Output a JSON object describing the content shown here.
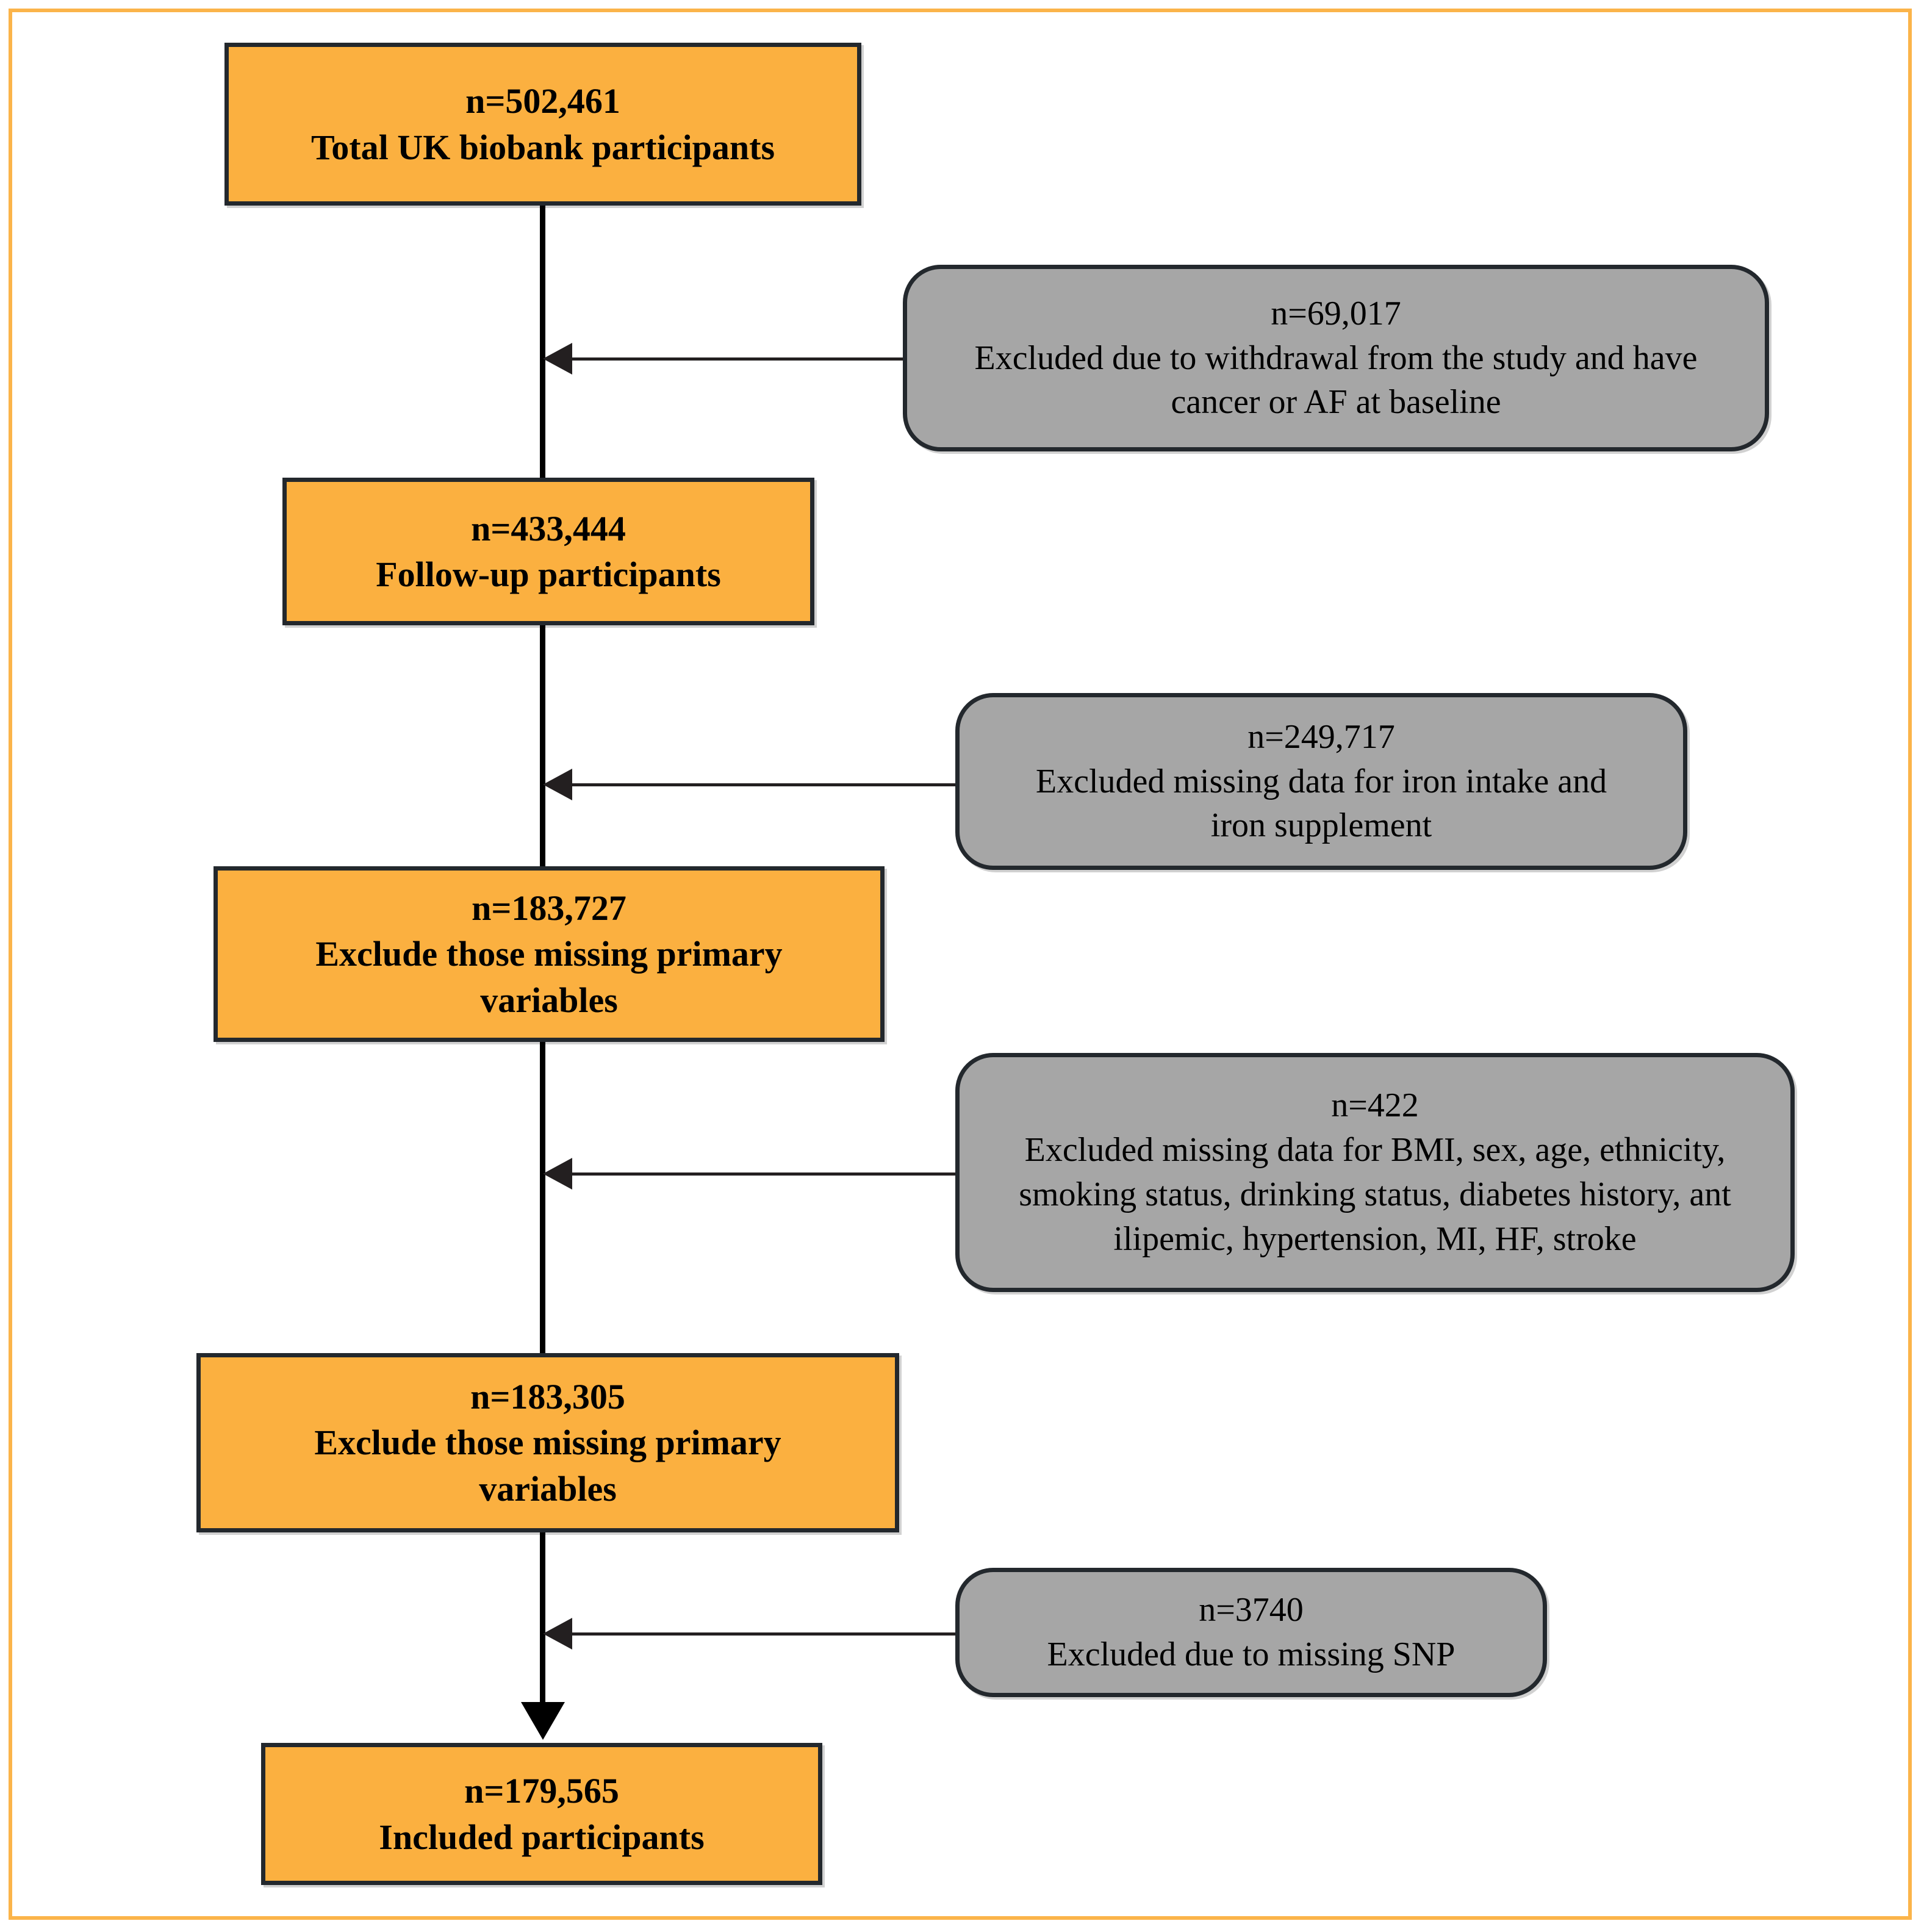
{
  "figure": {
    "type": "participant-flow-diagram",
    "frame_color": "#FBB44A",
    "node_fill_primary": "#FBB040",
    "node_fill_exclusion": "#A6A6A6",
    "node_border_color": "#23282D",
    "connector_color": "#000000"
  },
  "flow": {
    "primary_nodes": [
      {
        "id": "total-participants",
        "count_label": "n=502,461",
        "description": "Total UK biobank participants"
      },
      {
        "id": "followup-participants",
        "count_label": "n=433,444",
        "description": "Follow-up participants"
      },
      {
        "id": "exclude-primary-variables-1",
        "count_label": "n=183,727",
        "description": "Exclude those missing primary\nvariables"
      },
      {
        "id": "exclude-primary-variables-2",
        "count_label": "n=183,305",
        "description": "Exclude those missing primary\nvariables"
      },
      {
        "id": "included-participants",
        "count_label": "n=179,565",
        "description": "Included participants"
      }
    ],
    "exclusion_nodes": [
      {
        "id": "excluded-withdrawal-cancer-af",
        "count_label": "n=69,017",
        "description": "Excluded due to withdrawal from the study and have\ncancer or AF at baseline"
      },
      {
        "id": "excluded-iron-intake-supplement",
        "count_label": "n=249,717",
        "description": "Excluded missing data for iron intake and\niron supplement"
      },
      {
        "id": "excluded-covariates",
        "count_label": "n=422",
        "description": "Excluded missing data for BMI, sex, age, ethnicity,\nsmoking status, drinking status, diabetes history, ant\nilipemic, hypertension, MI, HF, stroke"
      },
      {
        "id": "excluded-missing-snp",
        "count_label": "n=3740",
        "description": "Excluded due to missing SNP"
      }
    ]
  }
}
